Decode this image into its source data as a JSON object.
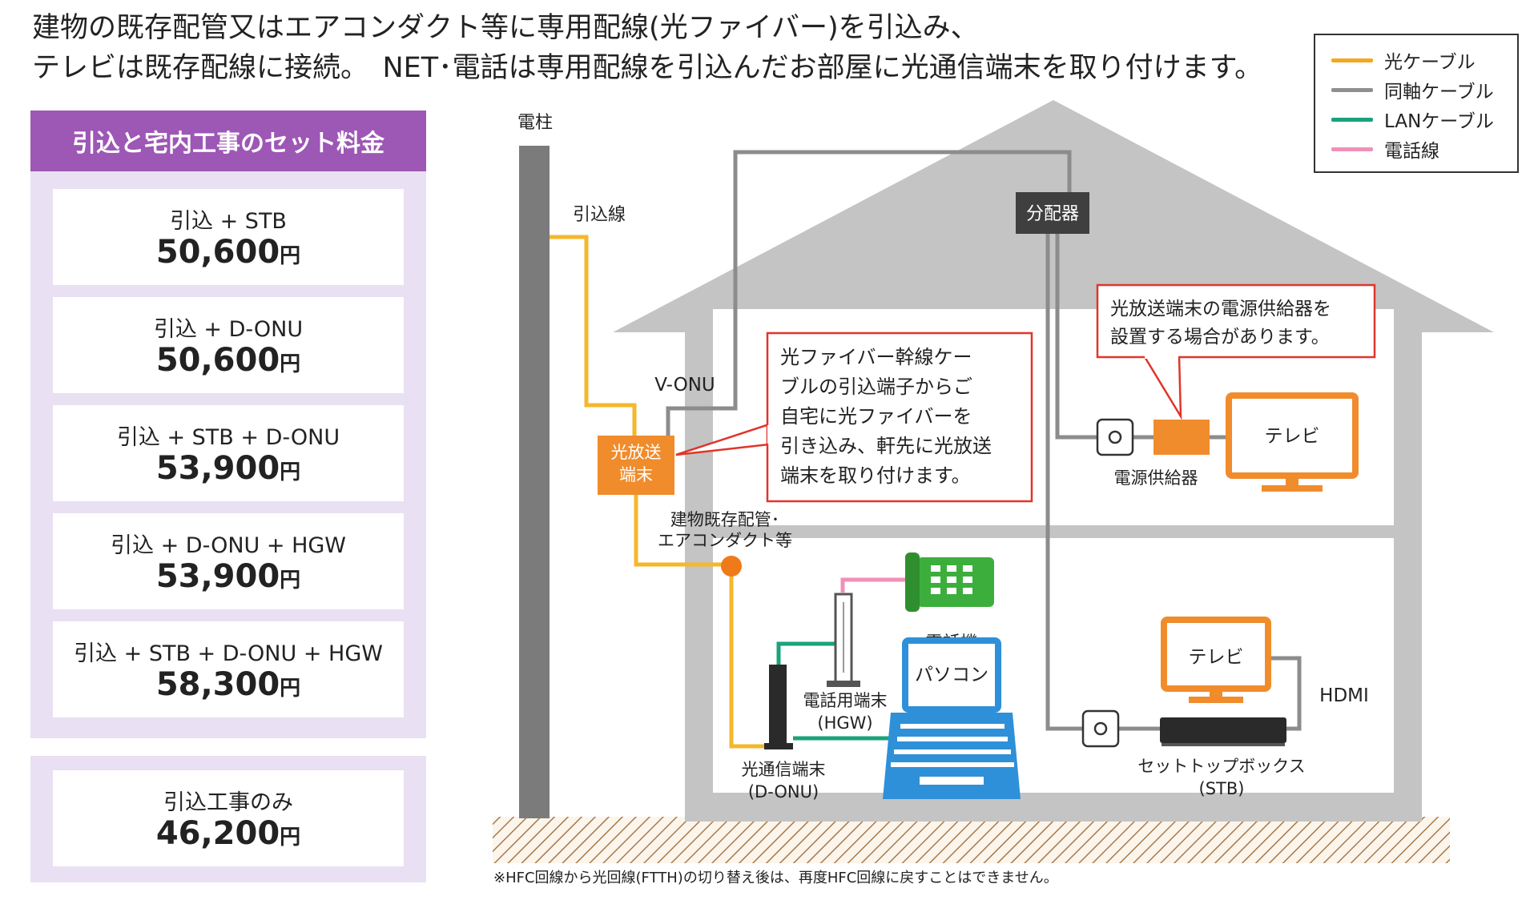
{
  "headline": {
    "line1": "建物の既存配管又はエアコンダクト等に専用配線(光ファイバー)を引込み、",
    "line2": "テレビは既存配線に接続。　NET･電話は専用配線を引込んだお部屋に光通信端末を取り付けます。"
  },
  "legend": {
    "items": [
      {
        "label": "光ケーブル",
        "color": "#f5a623"
      },
      {
        "label": "同軸ケーブル",
        "color": "#8f8f8f"
      },
      {
        "label": "LANケーブル",
        "color": "#1aa37a"
      },
      {
        "label": "電話線",
        "color": "#f090b8"
      }
    ]
  },
  "pricing": {
    "header": "引込と宅内工事のセット料金",
    "plans": [
      {
        "label": "引込 + STB",
        "amount": "50,600",
        "unit": "円"
      },
      {
        "label": "引込 + D-ONU",
        "amount": "50,600",
        "unit": "円"
      },
      {
        "label": "引込 + STB + D-ONU",
        "amount": "53,900",
        "unit": "円"
      },
      {
        "label": "引込 + D-ONU + HGW",
        "amount": "53,900",
        "unit": "円"
      },
      {
        "label": "引込 + STB + D-ONU + HGW",
        "amount": "58,300",
        "unit": "円"
      }
    ],
    "only": {
      "label": "引込工事のみ",
      "amount": "46,200",
      "unit": "円"
    }
  },
  "diagram": {
    "pole": "電柱",
    "dropline": "引込線",
    "vonu": "V-ONU",
    "optical_terminal": [
      "光放送",
      "端末"
    ],
    "splitter": "分配器",
    "callout_fiber": [
      "光ファイバー幹線ケー",
      "ブルの引込端子からご",
      "自宅に光ファイバーを",
      "引き込み、軒先に光放送",
      "端末を取り付けます。"
    ],
    "callout_power": [
      "光放送端末の電源供給器を",
      "設置する場合があります。"
    ],
    "tv_upper": "テレビ",
    "power_supply": "電源供給器",
    "existing_pipe": [
      "建物既存配管･",
      "エアコンダクト等"
    ],
    "phone": "電話機",
    "hgw": [
      "電話用端末",
      "(HGW)"
    ],
    "pc": "パソコン",
    "donu": [
      "光通信端末",
      "(D-ONU)"
    ],
    "tv_lower": "テレビ",
    "hdmi": "HDMI",
    "stb": [
      "セットトップボックス",
      "(STB)"
    ]
  },
  "footnote": "※HFC回線から光回線(FTTH)の切り替え後は、再度HFC回線に戻すことはできません。"
}
